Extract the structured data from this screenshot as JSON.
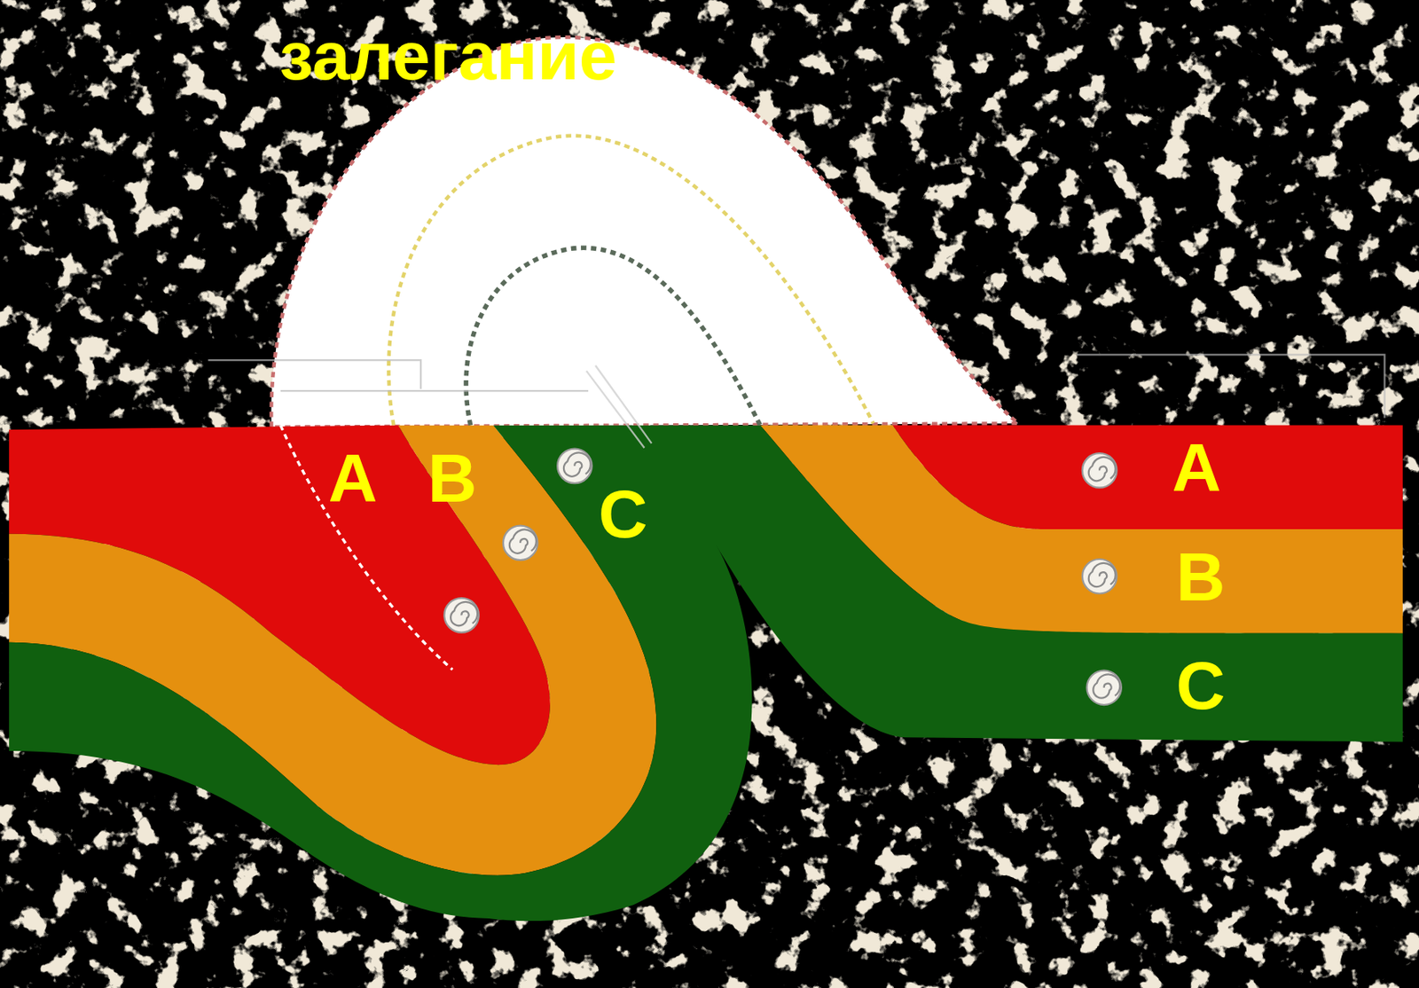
{
  "diagram": {
    "title": "залегание",
    "labels": [
      "A",
      "B",
      "C",
      "A",
      "B",
      "C"
    ]
  }
}
